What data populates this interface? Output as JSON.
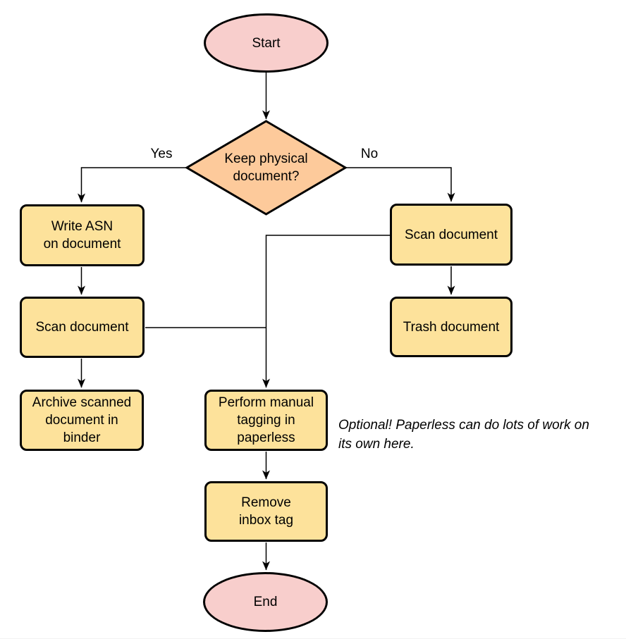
{
  "diagram": {
    "type": "flowchart",
    "colors": {
      "terminal_fill": "#F8CECC",
      "decision_fill": "#FDCA9B",
      "process_fill": "#FDE29B",
      "stroke": "#000000"
    },
    "nodes": {
      "start": {
        "label": "Start",
        "type": "terminal"
      },
      "decision": {
        "label": "Keep physical\ndocument?",
        "type": "decision"
      },
      "write_asn": {
        "label": "Write ASN\non document",
        "type": "process"
      },
      "scan_left": {
        "label": "Scan document",
        "type": "process"
      },
      "archive": {
        "label": "Archive scanned\ndocument in\nbinder",
        "type": "process"
      },
      "scan_right": {
        "label": "Scan document",
        "type": "process"
      },
      "trash": {
        "label": "Trash document",
        "type": "process"
      },
      "tagging": {
        "label": "Perform manual\ntagging in\npaperless",
        "type": "process"
      },
      "remove_inbox": {
        "label": "Remove\ninbox tag",
        "type": "process"
      },
      "end": {
        "label": "End",
        "type": "terminal"
      }
    },
    "edge_labels": {
      "yes": "Yes",
      "no": "No"
    },
    "edges": [
      {
        "from": "start",
        "to": "decision",
        "label": ""
      },
      {
        "from": "decision",
        "to": "write_asn",
        "label": "Yes"
      },
      {
        "from": "decision",
        "to": "scan_right",
        "label": "No"
      },
      {
        "from": "write_asn",
        "to": "scan_left",
        "label": ""
      },
      {
        "from": "scan_left",
        "to": "archive",
        "label": ""
      },
      {
        "from": "scan_left",
        "to": "tagging",
        "label": ""
      },
      {
        "from": "scan_right",
        "to": "trash",
        "label": ""
      },
      {
        "from": "scan_right",
        "to": "tagging",
        "label": ""
      },
      {
        "from": "tagging",
        "to": "remove_inbox",
        "label": ""
      },
      {
        "from": "remove_inbox",
        "to": "end",
        "label": ""
      }
    ],
    "note": "Optional! Paperless can do lots of work on\nits own here."
  }
}
